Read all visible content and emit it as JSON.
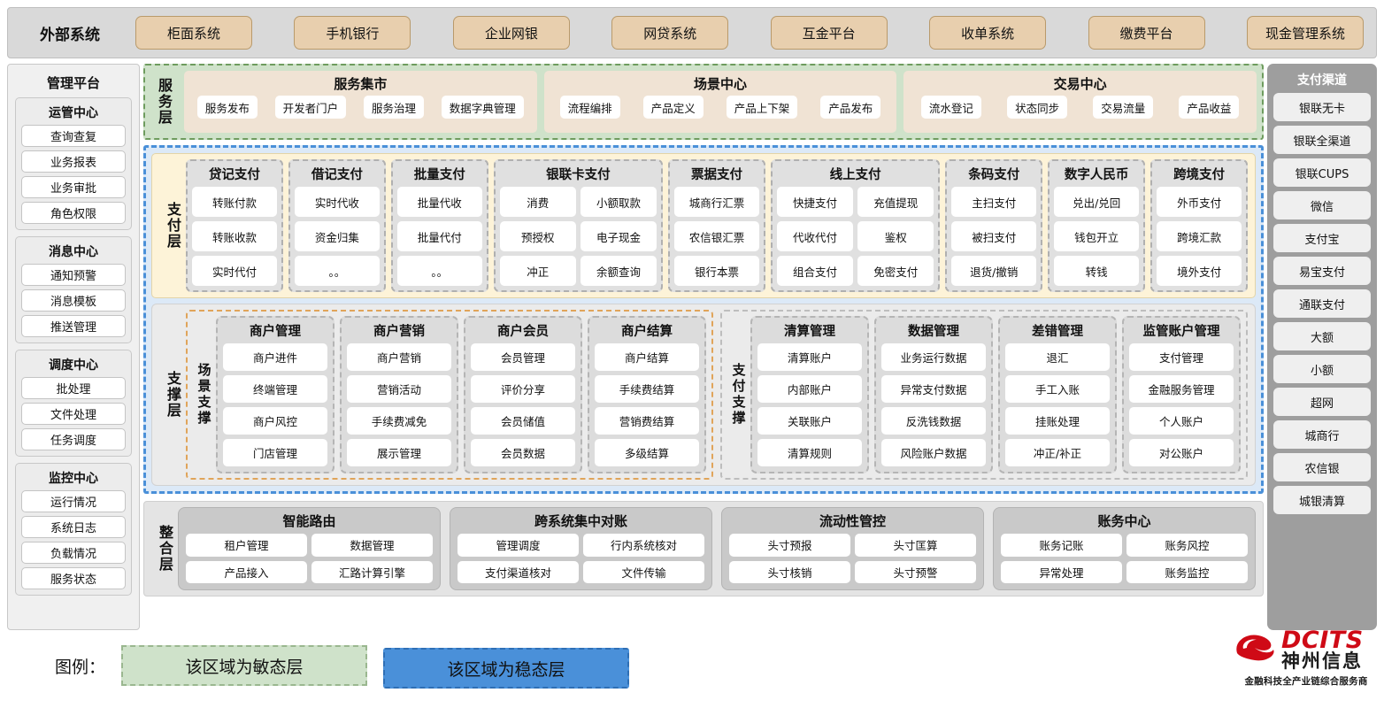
{
  "external": {
    "title": "外部系统",
    "items": [
      "柜面系统",
      "手机银行",
      "企业网银",
      "网贷系统",
      "互金平台",
      "收单系统",
      "缴费平台",
      "现金管理系统"
    ]
  },
  "left_sidebar": {
    "title": "管理平台",
    "groups": [
      {
        "title": "运管中心",
        "items": [
          "查询查复",
          "业务报表",
          "业务审批",
          "角色权限"
        ]
      },
      {
        "title": "消息中心",
        "items": [
          "通知预警",
          "消息模板",
          "推送管理"
        ]
      },
      {
        "title": "调度中心",
        "items": [
          "批处理",
          "文件处理",
          "任务调度"
        ]
      },
      {
        "title": "监控中心",
        "items": [
          "运行情况",
          "系统日志",
          "负载情况",
          "服务状态"
        ]
      }
    ]
  },
  "right_sidebar": {
    "title": "支付渠道",
    "items": [
      "银联无卡",
      "银联全渠道",
      "银联CUPS",
      "微信",
      "支付宝",
      "易宝支付",
      "通联支付",
      "大额",
      "小额",
      "超网",
      "城商行",
      "农信银",
      "城银清算"
    ]
  },
  "service_layer": {
    "label": "服务层",
    "cards": [
      {
        "title": "服务集市",
        "items": [
          "服务发布",
          "开发者门户",
          "服务治理",
          "数据字典管理"
        ]
      },
      {
        "title": "场景中心",
        "items": [
          "流程编排",
          "产品定义",
          "产品上下架",
          "产品发布"
        ]
      },
      {
        "title": "交易中心",
        "items": [
          "流水登记",
          "状态同步",
          "交易流量",
          "产品收益"
        ]
      }
    ]
  },
  "payment_layer": {
    "label": "支付层",
    "columns": [
      {
        "title": "贷记支付",
        "subcolumns": [
          [
            "转账付款",
            "转账收款",
            "实时代付"
          ]
        ]
      },
      {
        "title": "借记支付",
        "subcolumns": [
          [
            "实时代收",
            "资金归集",
            "。。"
          ]
        ]
      },
      {
        "title": "批量支付",
        "subcolumns": [
          [
            "批量代收",
            "批量代付",
            "。。"
          ]
        ]
      },
      {
        "title": "银联卡支付",
        "wide": true,
        "subcolumns": [
          [
            "消费",
            "预授权",
            "冲正"
          ],
          [
            "小额取款",
            "电子现金",
            "余额查询"
          ]
        ]
      },
      {
        "title": "票据支付",
        "subcolumns": [
          [
            "城商行汇票",
            "农信银汇票",
            "银行本票"
          ]
        ]
      },
      {
        "title": "线上支付",
        "wide": true,
        "subcolumns": [
          [
            "快捷支付",
            "代收代付",
            "组合支付"
          ],
          [
            "充值提现",
            "鉴权",
            "免密支付"
          ]
        ]
      },
      {
        "title": "条码支付",
        "subcolumns": [
          [
            "主扫支付",
            "被扫支付",
            "退货/撤销"
          ]
        ]
      },
      {
        "title": "数字人民币",
        "subcolumns": [
          [
            "兑出/兑回",
            "钱包开立",
            "转钱"
          ]
        ]
      },
      {
        "title": "跨境支付",
        "subcolumns": [
          [
            "外币支付",
            "跨境汇款",
            "境外支付"
          ]
        ]
      }
    ]
  },
  "support_layer": {
    "label": "支撑层",
    "groups": [
      {
        "sublabel": "场景支撑",
        "style": "scene",
        "columns": [
          {
            "title": "商户管理",
            "items": [
              "商户进件",
              "终端管理",
              "商户风控",
              "门店管理"
            ]
          },
          {
            "title": "商户营销",
            "items": [
              "商户营销",
              "营销活动",
              "手续费减免",
              "展示管理"
            ]
          },
          {
            "title": "商户会员",
            "items": [
              "会员管理",
              "评价分享",
              "会员储值",
              "会员数据"
            ]
          },
          {
            "title": "商户结算",
            "items": [
              "商户结算",
              "手续费结算",
              "营销费结算",
              "多级结算"
            ]
          }
        ]
      },
      {
        "sublabel": "支付支撑",
        "style": "psup",
        "columns": [
          {
            "title": "清算管理",
            "items": [
              "清算账户",
              "内部账户",
              "关联账户",
              "清算规则"
            ]
          },
          {
            "title": "数据管理",
            "items": [
              "业务运行数据",
              "异常支付数据",
              "反洗钱数据",
              "风险账户数据"
            ]
          },
          {
            "title": "差错管理",
            "items": [
              "退汇",
              "手工入账",
              "挂账处理",
              "冲正/补正"
            ]
          },
          {
            "title": "监管账户管理",
            "items": [
              "支付管理",
              "金融服务管理",
              "个人账户",
              "对公账户"
            ]
          }
        ]
      }
    ]
  },
  "integration_layer": {
    "label": "整合层",
    "cards": [
      {
        "title": "智能路由",
        "items": [
          "租户管理",
          "数据管理",
          "产品接入",
          "汇路计算引擎"
        ]
      },
      {
        "title": "跨系统集中对账",
        "items": [
          "管理调度",
          "行内系统核对",
          "支付渠道核对",
          "文件传输"
        ]
      },
      {
        "title": "流动性管控",
        "items": [
          "头寸预报",
          "头寸匡算",
          "头寸核销",
          "头寸预警"
        ]
      },
      {
        "title": "账务中心",
        "items": [
          "账务记账",
          "账务风控",
          "异常处理",
          "账务监控"
        ]
      }
    ]
  },
  "legend": {
    "label": "图例：",
    "agile": "该区域为敏态层",
    "stable": "该区域为稳态层",
    "agile_color": "#cfe2ca",
    "stable_color": "#4a90d9"
  },
  "logo": {
    "brand_en": "DCITS",
    "brand_cn": "神州信息",
    "tagline": "金融科技全产业链综合服务商",
    "brand_color": "#cf0a16"
  }
}
